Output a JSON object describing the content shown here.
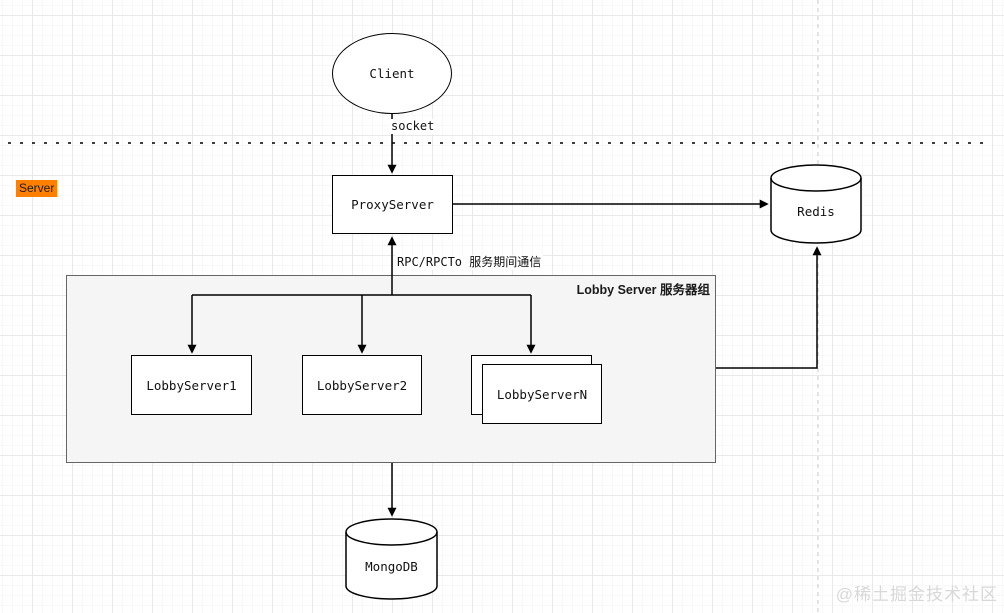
{
  "diagram": {
    "client": {
      "label": "Client"
    },
    "proxy_server": {
      "label": "ProxyServer"
    },
    "redis": {
      "label": "Redis"
    },
    "mongodb": {
      "label": "MongoDB"
    },
    "lobby_group": {
      "title": "Lobby Server 服务器组"
    },
    "lobby_servers": [
      {
        "label": "LobbyServer1"
      },
      {
        "label": "LobbyServer2"
      },
      {
        "label": "LobbyServerN"
      }
    ],
    "labels": {
      "socket": "socket",
      "server_zone": "Server",
      "rpc": "RPC/RPCTo 服务期间通信"
    },
    "watermark": "@稀土掘金技术社区",
    "colors": {
      "server_tag_bg": "#FF8000",
      "group_fill": "#F5F5F5",
      "group_border": "#666666",
      "shape_border": "#000000",
      "edge_color": "#000000",
      "dashed_guide": "#C8C8C8",
      "watermark_color": "#D8D8D8"
    }
  }
}
